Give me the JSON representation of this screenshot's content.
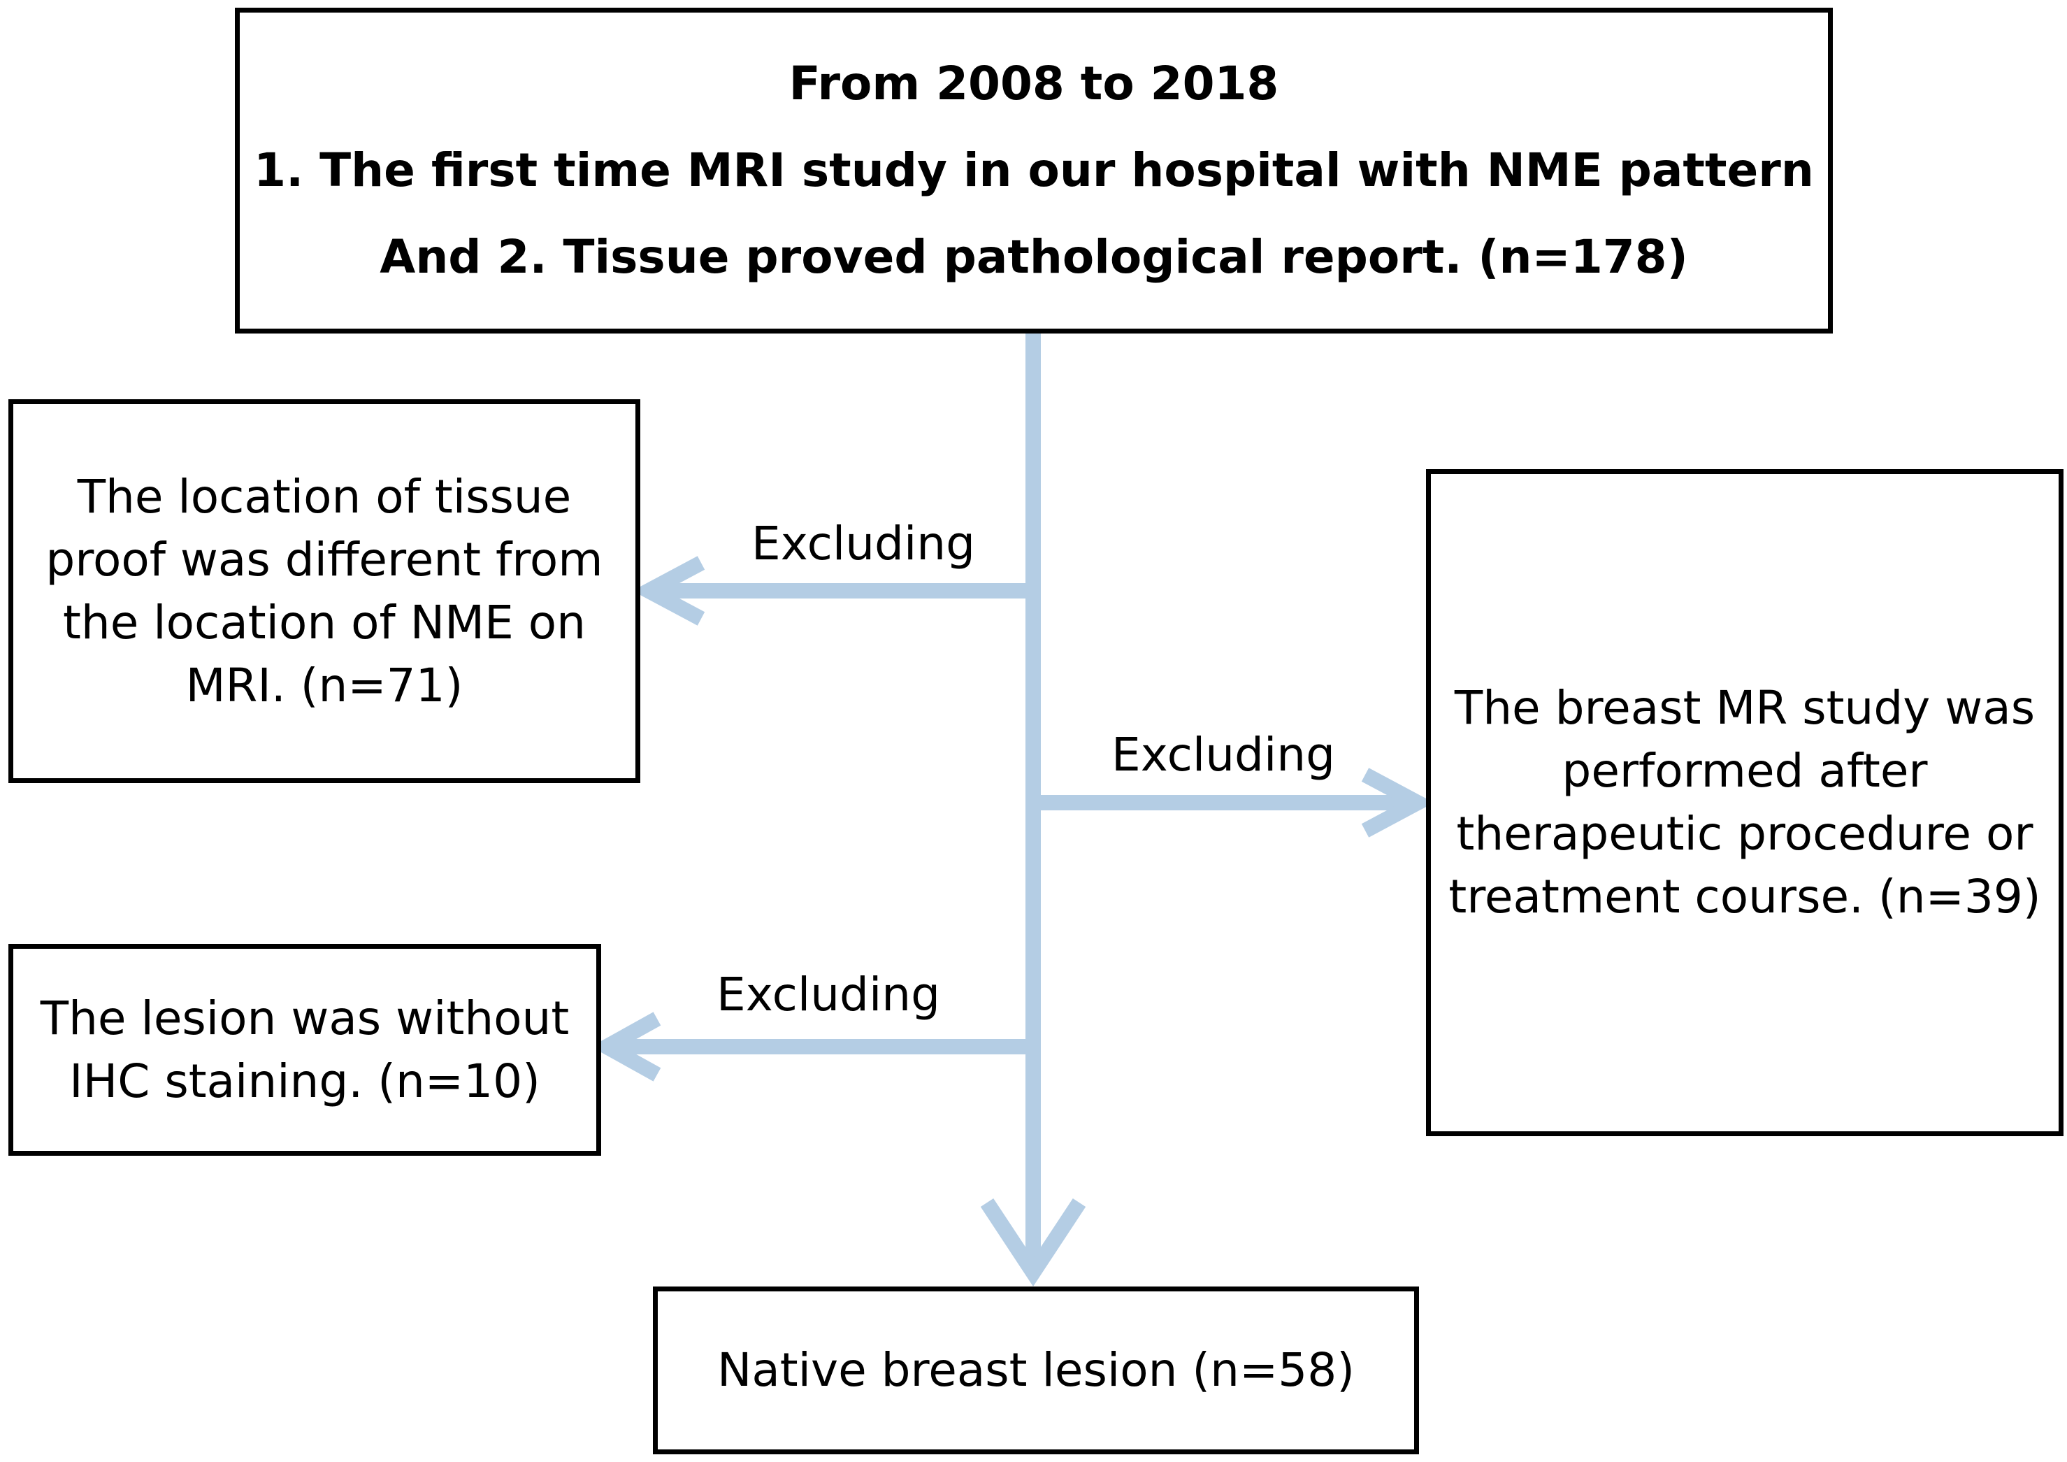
{
  "diagram": {
    "top_box": {
      "lines": [
        "From 2008 to 2018",
        "1. The first time MRI study in our hospital with NME pattern",
        "And 2. Tissue proved pathological report.  (n=178)"
      ]
    },
    "exclusion_left_1": {
      "lines": [
        "The location of tissue",
        "proof was different from",
        "the location of NME on",
        "MRI. (n=71)"
      ]
    },
    "exclusion_right": {
      "lines": [
        "The breast MR study was",
        "performed after",
        "therapeutic procedure or",
        "treatment course. (n=39)"
      ]
    },
    "exclusion_left_2": {
      "lines": [
        "The lesion was without",
        "IHC staining. (n=10)"
      ]
    },
    "final_box": {
      "lines": [
        "Native breast lesion (n=58)"
      ]
    },
    "edge_labels": {
      "left_1": "Excluding",
      "right": "Excluding",
      "left_2": "Excluding"
    },
    "colors": {
      "arrow": "#b4cde4",
      "border": "#000000",
      "text": "#000000"
    }
  }
}
